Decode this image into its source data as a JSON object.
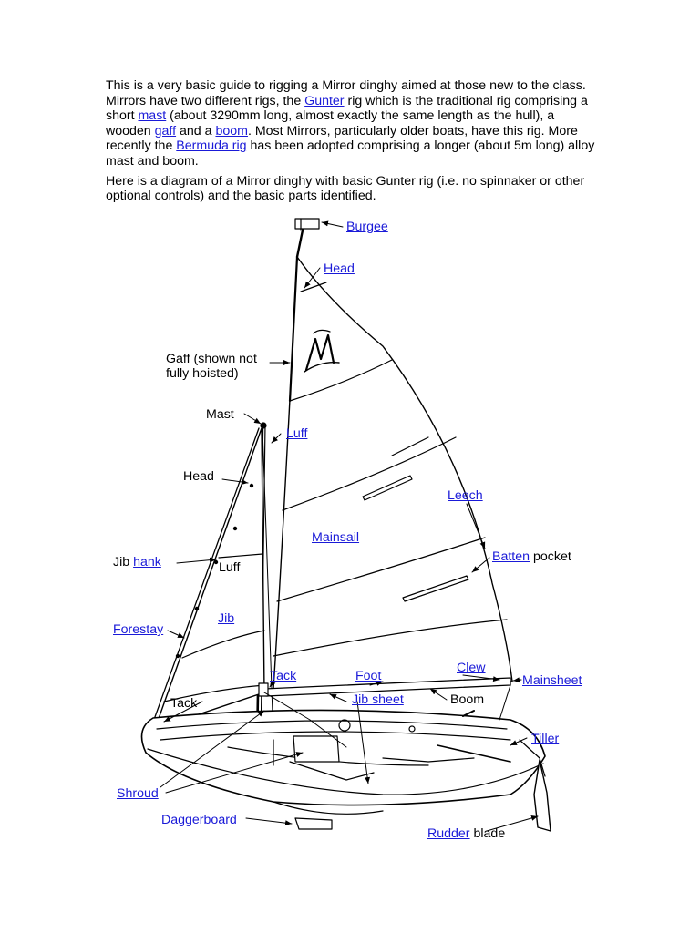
{
  "intro": {
    "p1": [
      {
        "t": "This is a very basic guide to rigging a Mirror dinghy aimed at those new to the class. Mirrors have two different rigs, the ",
        "link": false
      },
      {
        "t": "Gunter",
        "link": true
      },
      {
        "t": " rig which is the traditional rig comprising a short ",
        "link": false
      },
      {
        "t": "mast",
        "link": true
      },
      {
        "t": " (about 3290mm long, almost exactly the same length as the hull), a wooden ",
        "link": false
      },
      {
        "t": "gaff",
        "link": true
      },
      {
        "t": " and a ",
        "link": false
      },
      {
        "t": "boom",
        "link": true
      },
      {
        "t": ". Most Mirrors, particularly older boats, have this rig. More recently the ",
        "link": false
      },
      {
        "t": "Bermuda rig",
        "link": true
      },
      {
        "t": " has been adopted comprising a longer (about 5m long) alloy mast and boom.",
        "link": false
      }
    ],
    "p2": "Here is a diagram of a Mirror dinghy with basic Gunter rig (i.e. no spinnaker or other optional controls) and the basic parts identified."
  },
  "labels": {
    "burgee": "Burgee",
    "head_main": "Head",
    "gaff": "Gaff (shown not fully hoisted)",
    "mast": "Mast",
    "luff_main": "Luff",
    "head_jib": "Head",
    "leech": "Leech",
    "mainsail": "Mainsail",
    "jib_prefix": "Jib",
    "hank": "hank",
    "luff_jib": "Luff",
    "batten": "Batten",
    "batten_suffix": "pocket",
    "jib": "Jib",
    "forestay": "Forestay",
    "clew": "Clew",
    "mainsheet": "Mainsheet",
    "tack_main": "Tack",
    "foot": "Foot",
    "tack_jib": "Tack",
    "jib_sheet": "Jib sheet",
    "boom": "Boom",
    "tiller": "Tiller",
    "shroud": "Shroud",
    "daggerboard": "Daggerboard",
    "rudder": "Rudder",
    "rudder_suffix": "blade"
  },
  "colors": {
    "link": "#1a1ad8",
    "ink": "#000000"
  }
}
